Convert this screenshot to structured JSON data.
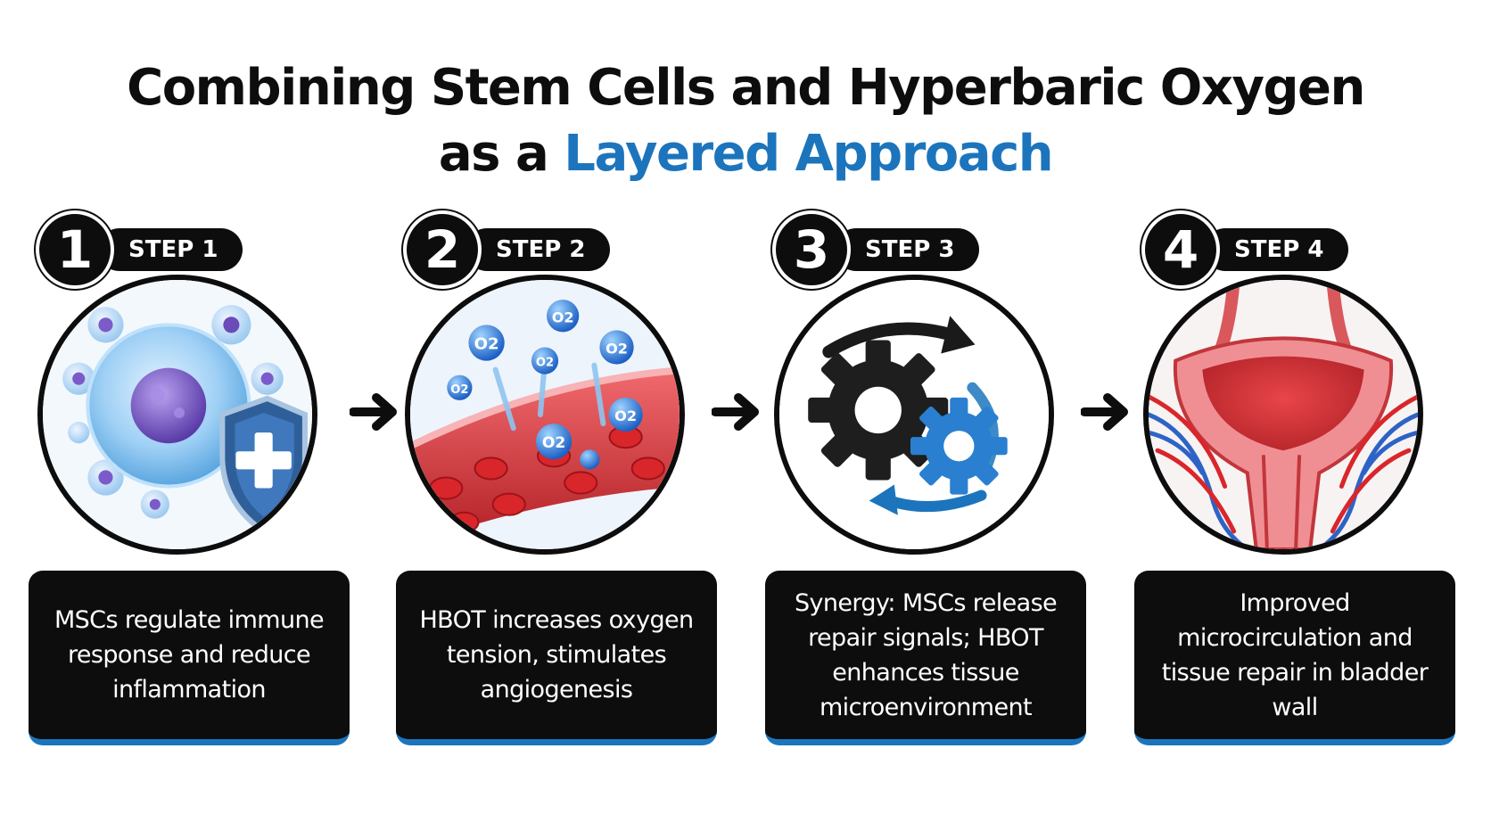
{
  "title": {
    "line1": "Combining Stem Cells and Hyperbaric Oxygen",
    "line2_prefix": "as a ",
    "line2_highlight": "Layered Approach"
  },
  "colors": {
    "accent": "#1c75bc",
    "dark": "#0d0d0d",
    "vessel_red": "#d9262b",
    "cell_blue": "#6fb4e8",
    "nucleus_purple": "#7b5bc9"
  },
  "o2_label": "O2",
  "steps": [
    {
      "number": "1",
      "label": "STEP 1",
      "icon": "stem-cell-shield-icon",
      "description": "MSCs regulate immune response and reduce inflammation"
    },
    {
      "number": "2",
      "label": "STEP 2",
      "icon": "oxygen-blood-vessel-icon",
      "description": "HBOT increases oxygen tension, stimulates angiogenesis"
    },
    {
      "number": "3",
      "label": "STEP 3",
      "icon": "synergy-gears-icon",
      "description": "Synergy: MSCs release repair signals; HBOT enhances tissue microenvironment"
    },
    {
      "number": "4",
      "label": "STEP 4",
      "icon": "bladder-icon",
      "description": "Improved microcirculation and tissue repair in bladder wall"
    }
  ]
}
